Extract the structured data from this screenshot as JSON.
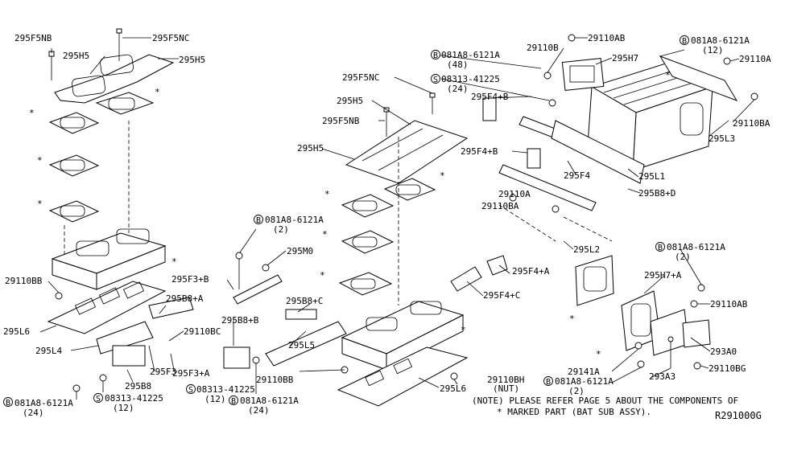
{
  "labels": {
    "l_295f5nb_a": "295F5NB",
    "l_295f5nc_a": "295F5NC",
    "l_295h5_a": "295H5",
    "l_295h5_b": "295H5",
    "l_29110bb_a": "29110BB",
    "l_295l6_a": "295L6",
    "l_295l4": "295L4",
    "l_b081_a_code": "081A8-6121A",
    "l_b081_a_qty": "(24)",
    "l_s083_a_code": "08313-41225",
    "l_s083_a_qty": "(12)",
    "l_295b8": "295B8",
    "l_295f3": "295F3",
    "l_295b8a": "295B8+A",
    "l_29110bc": "29110BC",
    "l_295f3a": "295F3+A",
    "l_295b8b": "295B8+B",
    "l_s083_b_code": "08313-41225",
    "l_s083_b_qty": "(12)",
    "l_b081_b_code": "081A8-6121A",
    "l_b081_b_qty": "(24)",
    "l_29110bb_b": "29110BB",
    "l_295l5": "295L5",
    "l_295b8c": "295B8+C",
    "l_295f3b": "295F3+B",
    "l_b081_c_code": "081A8-6121A",
    "l_b081_c_qty": "(2)",
    "l_295m0": "295M0",
    "l_295f5nc_b": "295F5NC",
    "l_295h5_c": "295H5",
    "l_295f5nb_b": "295F5NB",
    "l_295h5_d": "295H5",
    "l_b081_d_code": "081A8-6121A",
    "l_b081_d_qty": "(48)",
    "l_s083_c_code": "08313-41225",
    "l_s083_c_qty": "(24)",
    "l_29110b": "29110B",
    "l_29110ab_a": "29110AB",
    "l_295h7": "295H7",
    "l_b081_e_code": "081A8-6121A",
    "l_b081_e_qty": "(12)",
    "l_29110a_a": "29110A",
    "l_295f4b_a": "295F4+B",
    "l_295f4b_b": "295F4+B",
    "l_295f4": "295F4",
    "l_295l1": "295L1",
    "l_295b8d": "295B8+D",
    "l_29110ba_a": "29110BA",
    "l_295l3": "295L3",
    "l_29110a_b": "29110A",
    "l_29110ba_b": "29110BA",
    "l_295l2": "295L2",
    "l_295f4a": "295F4+A",
    "l_295f4c": "295F4+C",
    "l_29110bh": "29110BH",
    "l_29110bh_nut": "(NUT)",
    "l_295l6_b": "295L6",
    "l_b081_f_code": "081A8-6121A",
    "l_b081_f_qty": "(2)",
    "l_295h7a": "295H7+A",
    "l_29110ab_b": "29110AB",
    "l_293a0": "293A0",
    "l_29141a": "29141A",
    "l_293a3": "293A3",
    "l_b081_g_code": "081A8-6121A",
    "l_b081_g_qty": "(2)",
    "l_29110bg": "29110BG"
  },
  "markers": {
    "bolt": "B",
    "screw": "S",
    "star": "*"
  },
  "note": {
    "line1": "(NOTE) PLEASE REFER PAGE 5 ABOUT THE COMPONENTS OF",
    "line2": "* MARKED PART (BAT SUB ASSY)."
  },
  "diagram_code": "R291000G"
}
